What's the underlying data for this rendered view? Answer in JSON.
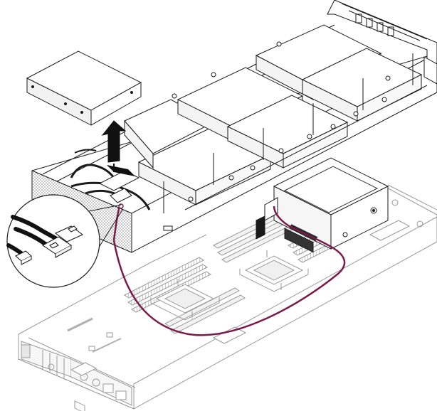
{
  "figure": {
    "description_visible_text": "",
    "colors": {
      "line_dark": "#1a1a1a",
      "line_light": "#9a9a9a",
      "cable": "#7a1a4a",
      "fill_light": "#f4f4f4",
      "fill_white": "#ffffff",
      "arrow": "#111111",
      "texture": "#bdbdbd"
    },
    "components": [
      {
        "name": "drive-cage-assembly",
        "icon": "drive-cage"
      },
      {
        "name": "removed-hard-drive",
        "icon": "hard-drive"
      },
      {
        "name": "lift-arrow",
        "icon": "arrow-up"
      },
      {
        "name": "system-board-tray",
        "icon": "server-tray"
      },
      {
        "name": "raid-adapter",
        "icon": "raid-card"
      },
      {
        "name": "sas-cable",
        "icon": "cable"
      },
      {
        "name": "connector-detail-callout",
        "icon": "magnifier-circle"
      }
    ]
  }
}
